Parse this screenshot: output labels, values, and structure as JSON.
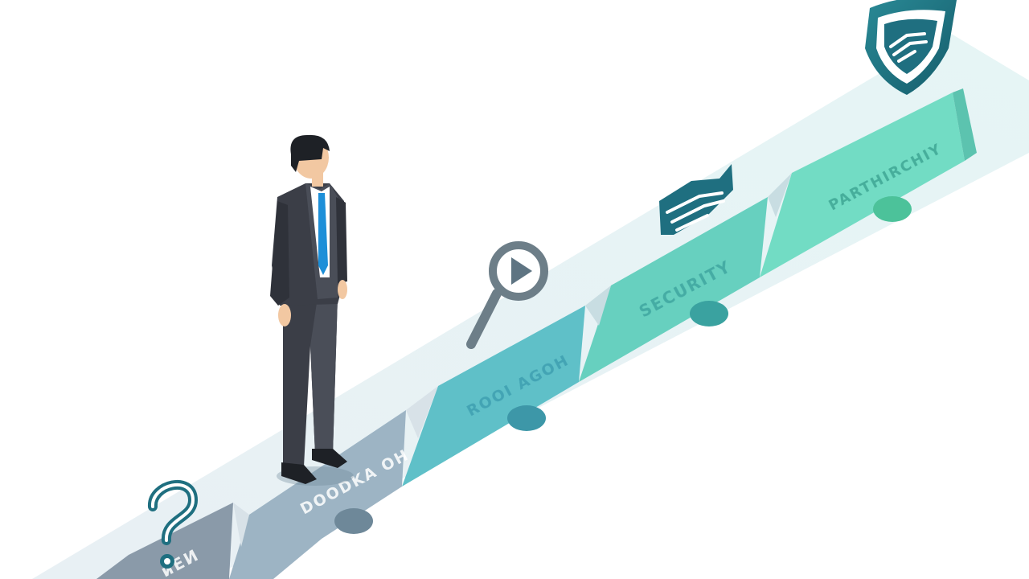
{
  "scene": {
    "description_free": true
  },
  "path": {
    "stages": [
      {
        "key": "stage-1",
        "label": "ᴎEИ",
        "color": "#8a9aa9"
      },
      {
        "key": "stage-2",
        "label": "DOODKA OH",
        "color": "#9db4c4"
      },
      {
        "key": "stage-3",
        "label": "ROOI AGOH",
        "color": "#5fc0c8"
      },
      {
        "key": "stage-4",
        "label": "SECURITY",
        "color": "#67d0bf"
      },
      {
        "key": "stage-5",
        "label": "PARTHIRCHIY",
        "color": "#72dcc4"
      }
    ]
  },
  "icons": {
    "question": "question-mark-icon",
    "magnifier": "magnifier-play-icon",
    "handshake": "handshake-icon",
    "shield": "shield-handshake-icon"
  },
  "colors": {
    "suit": "#3b3e47",
    "suit_light": "#4a4e58",
    "tie": "#1d8fd8",
    "skin": "#f2c8a2",
    "hair": "#1e2126",
    "icon_teal": "#1f6f80",
    "icon_grey": "#5e7482"
  }
}
